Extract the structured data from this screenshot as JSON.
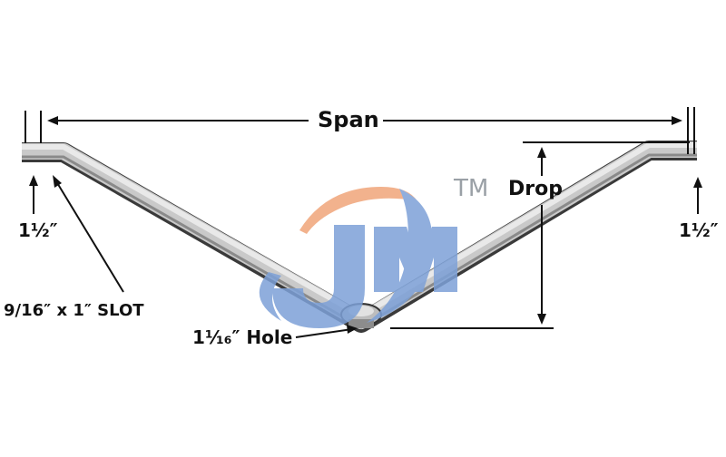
{
  "labels": {
    "span": "Span",
    "drop": "Drop",
    "tm": "TM",
    "left_dim": "1½″",
    "right_dim": "1½″",
    "slot": "9/16″ x 1″ SLOT",
    "hole": "1¹⁄₁₆″ Hole"
  },
  "watermark": {
    "text": "JM",
    "colors": {
      "letters": "#7da1d8",
      "swoosh": "#f0a57a"
    }
  },
  "colors": {
    "ink": "#111111",
    "metal_light": "#d2d2d2",
    "metal_dark": "#7a7a7a"
  }
}
